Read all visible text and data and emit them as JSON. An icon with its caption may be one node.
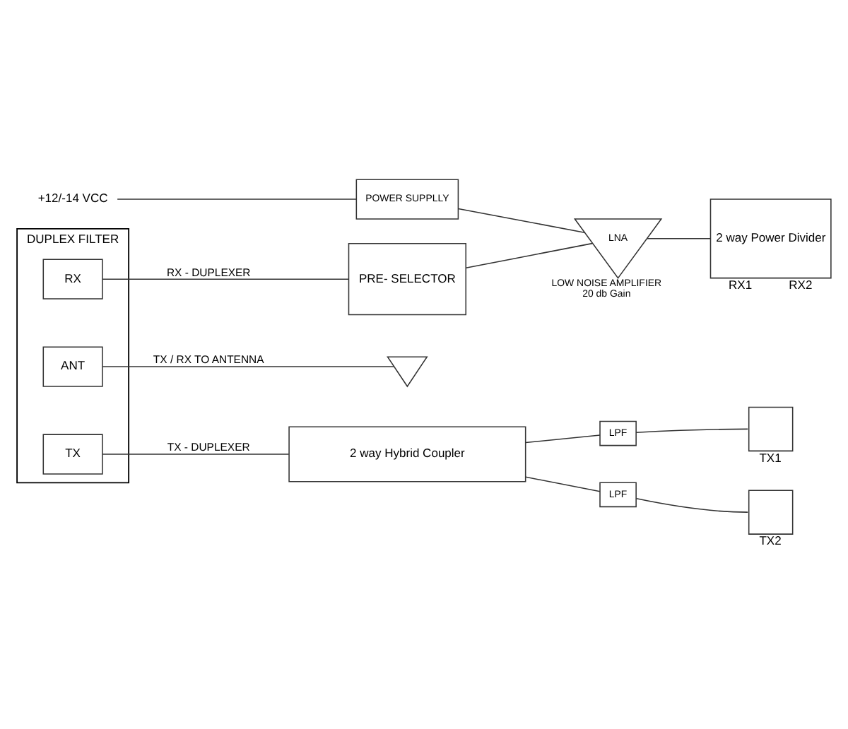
{
  "diagram": {
    "nodes": [
      {
        "text": [
          "DUPLEX FILTER"
        ]
      },
      {
        "text": [
          "RX"
        ],
        "in": 0
      },
      {
        "text": [
          "ANT"
        ],
        "in": 0
      },
      {
        "text": [
          "TX"
        ],
        "in": 0
      },
      {
        "text": [],
        "shape": "triangle"
      },
      {
        "text": [
          "PRE- SELECTOR"
        ]
      },
      {
        "text": [
          "LNA"
        ],
        "beside": [
          "LOW NOISE AMPLIFIER",
          "20 db Gain"
        ]
      },
      {
        "text": [
          "POWER SUPPLLY"
        ]
      },
      {
        "text": [
          "+12/-14 VCC"
        ]
      },
      {
        "text": [
          "2 way Power Divider"
        ],
        "beside": [
          "RX1",
          "RX2"
        ]
      },
      {
        "text": [
          "2 way Hybrid Coupler"
        ]
      },
      {
        "text": [
          "LPF"
        ]
      },
      {
        "text": [],
        "shape": "box",
        "beside": [
          "TX1"
        ]
      },
      {
        "text": [
          "LPF"
        ]
      },
      {
        "text": [],
        "shape": "box",
        "beside": [
          "TX2"
        ]
      }
    ],
    "edges": [
      {
        "from": 1,
        "to": 5,
        "arrow": "none",
        "label": "RX - DUPLEXER"
      },
      {
        "from": 2,
        "to": 4,
        "arrow": "none",
        "label": "TX / RX TO ANTENNA"
      },
      {
        "from": 3,
        "to": 10,
        "arrow": "none",
        "label": "TX - DUPLEXER"
      },
      {
        "from": 5,
        "to": 6,
        "arrow": "none"
      },
      {
        "from": 8,
        "to": 7,
        "arrow": "none"
      },
      {
        "from": 7,
        "to": 6,
        "arrow": "none"
      },
      {
        "from": 6,
        "to": 9,
        "arrow": "none"
      },
      {
        "from": 10,
        "to": 11,
        "arrow": "none"
      },
      {
        "from": 11,
        "to": 12,
        "arrow": "none"
      },
      {
        "from": 10,
        "to": 13,
        "arrow": "none"
      },
      {
        "from": 13,
        "to": 14,
        "arrow": "none"
      }
    ]
  }
}
